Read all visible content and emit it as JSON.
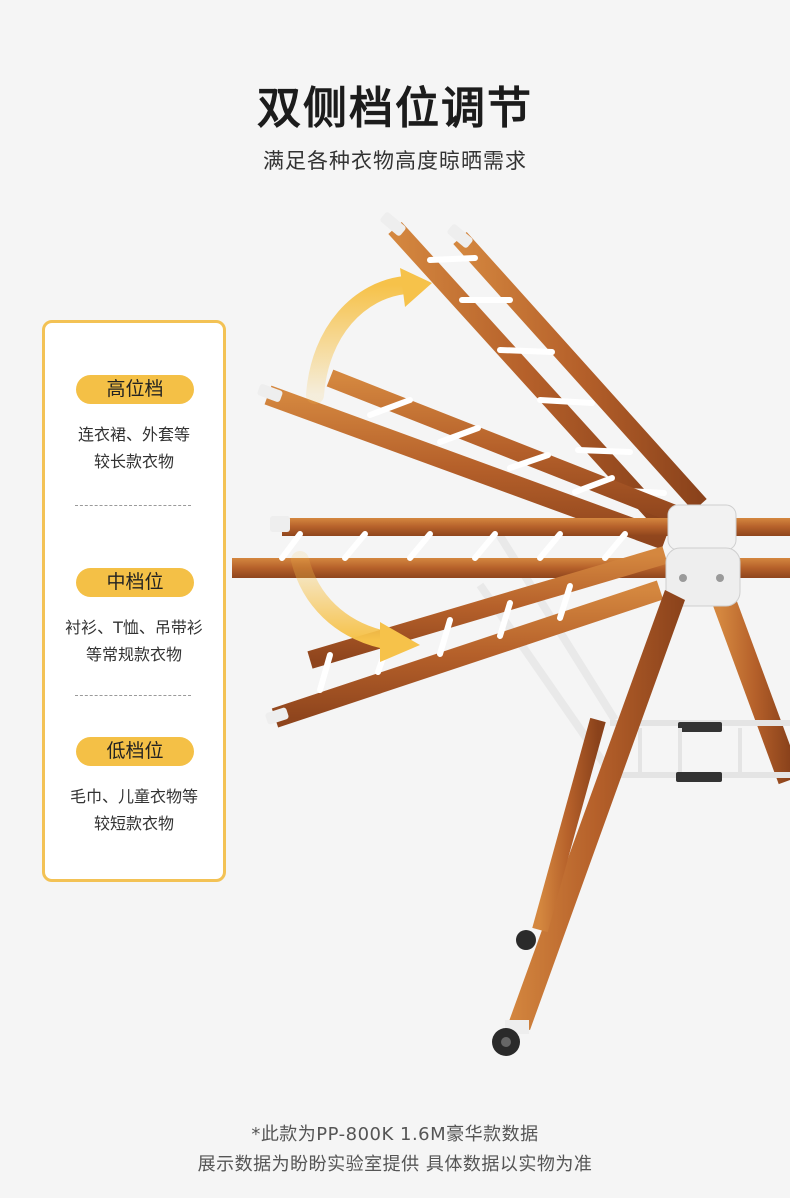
{
  "header": {
    "title": "双侧档位调节",
    "subtitle": "满足各种衣物高度晾晒需求"
  },
  "levels": [
    {
      "label": "高位档",
      "line1": "连衣裙、外套等",
      "line2": "较长款衣物"
    },
    {
      "label": "中档位",
      "line1": "衬衫、T恤、吊带衫",
      "line2": "等常规款衣物"
    },
    {
      "label": "低档位",
      "line1": "毛巾、儿童衣物等",
      "line2": "较短款衣物"
    }
  ],
  "divider": "-----------------",
  "footer": {
    "line1": "*此款为PP-800K 1.6M豪华款数据",
    "line2": "展示数据为盼盼实验室提供 具体数据以实物为准"
  },
  "colors": {
    "background": "#f5f5f5",
    "accent": "#f4c046",
    "panel_border": "#f3c255",
    "wood": "#b8642a",
    "rail": "#ffffff"
  },
  "icons": [
    "curved-arrow-up-icon",
    "curved-arrow-down-icon"
  ]
}
